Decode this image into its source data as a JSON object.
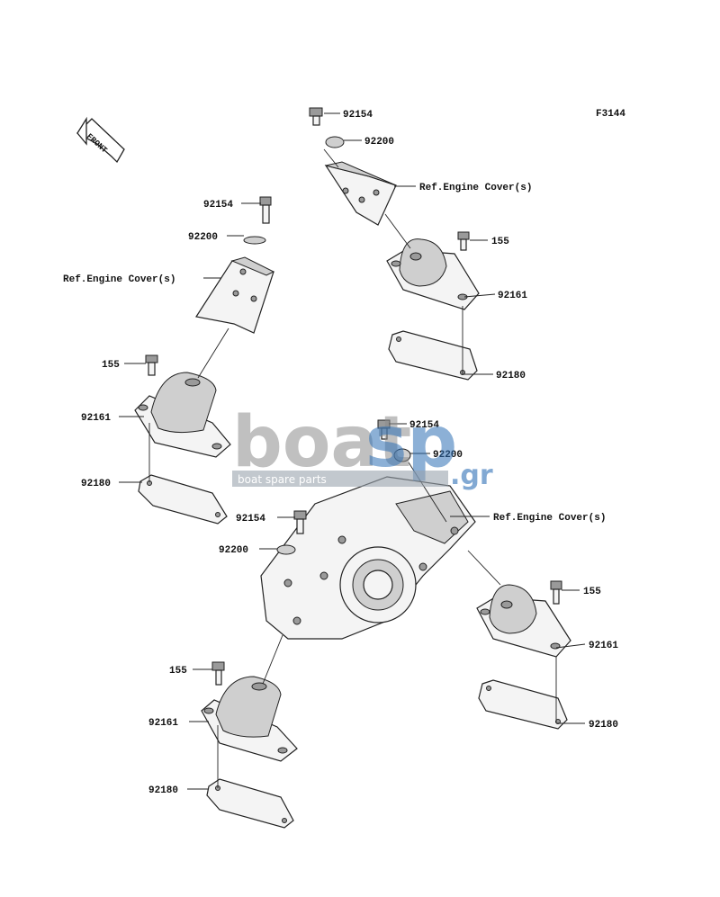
{
  "figure_code": "F3144",
  "front_marker": "FRONT",
  "watermark": {
    "main": "boat",
    "accent": "sp",
    "suffix": ".gr",
    "tagline": "boat spare parts"
  },
  "callouts": [
    {
      "id": "c1",
      "text": "92154"
    },
    {
      "id": "c2",
      "text": "92200"
    },
    {
      "id": "c3",
      "text": "Ref.Engine Cover(s)"
    },
    {
      "id": "c4",
      "text": "155"
    },
    {
      "id": "c5",
      "text": "92161"
    },
    {
      "id": "c6",
      "text": "92180"
    },
    {
      "id": "c7",
      "text": "92154"
    },
    {
      "id": "c8",
      "text": "92200"
    },
    {
      "id": "c9",
      "text": "Ref.Engine Cover(s)"
    },
    {
      "id": "c10",
      "text": "155"
    },
    {
      "id": "c11",
      "text": "92161"
    },
    {
      "id": "c12",
      "text": "92180"
    },
    {
      "id": "c13",
      "text": "92154"
    },
    {
      "id": "c14",
      "text": "92200"
    },
    {
      "id": "c15",
      "text": "Ref.Engine Cover(s)"
    },
    {
      "id": "c16",
      "text": "92154"
    },
    {
      "id": "c17",
      "text": "92200"
    },
    {
      "id": "c18",
      "text": "155"
    },
    {
      "id": "c19",
      "text": "92161"
    },
    {
      "id": "c20",
      "text": "92180"
    },
    {
      "id": "c21",
      "text": "155"
    },
    {
      "id": "c22",
      "text": "92161"
    },
    {
      "id": "c23",
      "text": "92180"
    }
  ]
}
